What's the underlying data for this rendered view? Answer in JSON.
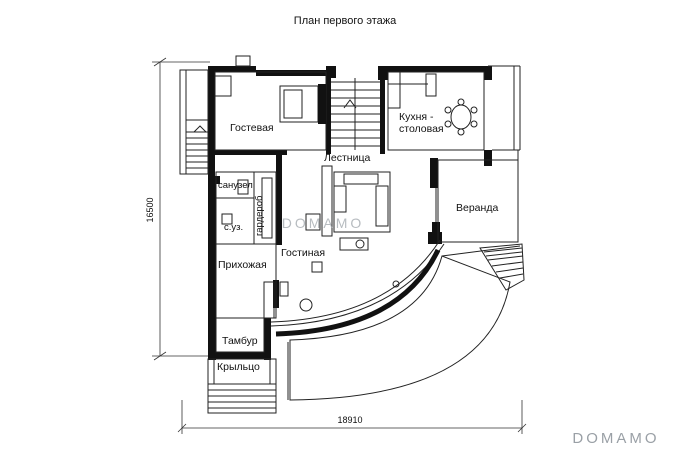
{
  "title": "План первого этажа",
  "dimensions": {
    "width_label": "18910",
    "height_label": "16500"
  },
  "rooms": {
    "guest": "Гостевая",
    "stairs": "Лестница",
    "kitchen_line1": "Кухня -",
    "kitchen_line2": "столовая",
    "bathroom": "санузел",
    "wardrobe": "гардероб",
    "bathroom_small": "с.уз.",
    "hall": "Прихожая",
    "living": "Гостиная",
    "veranda": "Веранда",
    "vestibule": "Тамбур",
    "porch": "Крыльцо"
  },
  "watermarks": {
    "center": "DOMAMO",
    "corner": "DOMAMO"
  }
}
